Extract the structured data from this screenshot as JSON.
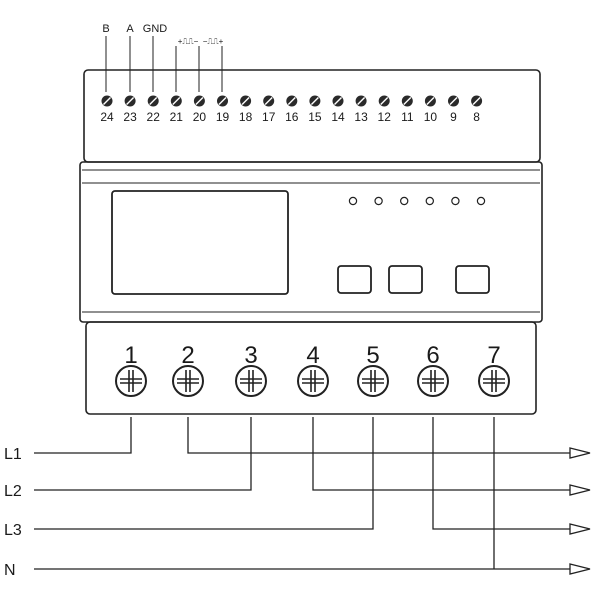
{
  "top_labels": {
    "b": "B",
    "a": "A",
    "gnd": "GND",
    "pulse_1": "+⎍⎍−",
    "pulse_2": "−⎍⎍+"
  },
  "top_terminals": [
    {
      "num": "24"
    },
    {
      "num": "23"
    },
    {
      "num": "22"
    },
    {
      "num": "21"
    },
    {
      "num": "20"
    },
    {
      "num": "19"
    },
    {
      "num": "18"
    },
    {
      "num": "17"
    },
    {
      "num": "16"
    },
    {
      "num": "15"
    },
    {
      "num": "14"
    },
    {
      "num": "13"
    },
    {
      "num": "12"
    },
    {
      "num": "11"
    },
    {
      "num": "10"
    },
    {
      "num": "9"
    },
    {
      "num": "8"
    }
  ],
  "bottom_terminals": [
    {
      "num": "1"
    },
    {
      "num": "2"
    },
    {
      "num": "3"
    },
    {
      "num": "4"
    },
    {
      "num": "5"
    },
    {
      "num": "6"
    },
    {
      "num": "7"
    }
  ],
  "led_count": 6,
  "button_count": 3,
  "lines": [
    {
      "label": "L1"
    },
    {
      "label": "L2"
    },
    {
      "label": "L3"
    },
    {
      "label": "N"
    }
  ]
}
